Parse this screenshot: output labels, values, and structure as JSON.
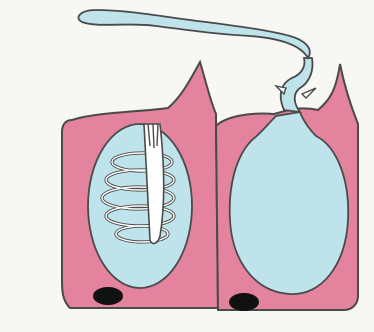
{
  "figure": {
    "colors": {
      "background": "#f7f7f4",
      "cell_fill": "#e3839e",
      "capsule_fill": "#bfe3ea",
      "outline": "#4a4a4a",
      "nucleus": "#111111",
      "tubule_fill": "#ffffff"
    },
    "parts": [
      {
        "name": "cnidocyte-left",
        "state": "undischarged",
        "shows": "coiled-thread-in-capsule"
      },
      {
        "name": "cnidocyte-right",
        "state": "discharged",
        "shows": "everted-thread-with-barbs"
      }
    ]
  }
}
